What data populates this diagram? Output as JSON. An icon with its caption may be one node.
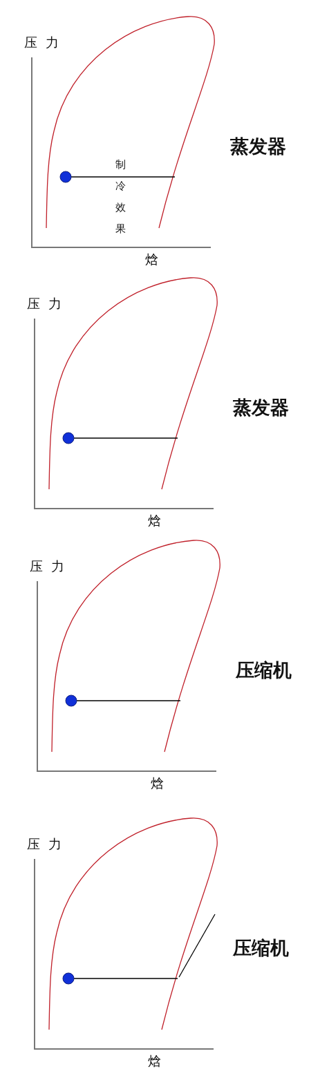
{
  "diagram": {
    "labels": [
      "压力",
      "蒸发器",
      "制冷效果",
      "焓",
      "压力",
      "蒸发器",
      "焓",
      "压力",
      "压缩机",
      "焓",
      "压力",
      "压缩机",
      "焓"
    ]
  }
}
